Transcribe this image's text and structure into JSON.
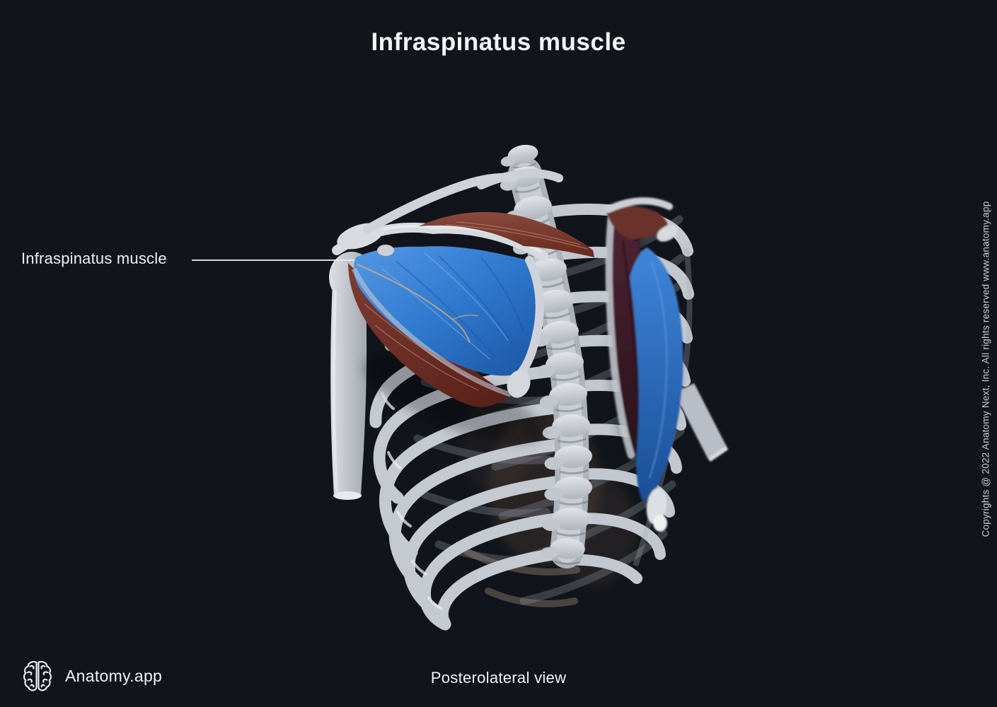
{
  "header": {
    "title": "Infraspinatus muscle"
  },
  "annotation": {
    "label": "Infraspinatus muscle"
  },
  "footer": {
    "brand": "Anatomy.app",
    "view_caption": "Posterolateral view"
  },
  "copyright": {
    "text": "Copyrights @ 2022 Anatomy Next, Inc. All rights reserved www.anatomy.app"
  },
  "illustration": {
    "type": "3d-anatomy-render",
    "view": "posterolateral",
    "highlighted_structure": "Infraspinatus muscle",
    "colors": {
      "background": "#11141a",
      "highlight_blue": "#2f7bd0",
      "muscle_red": "#7a3a31",
      "deep_muscle_maroon": "#43202c",
      "bone": "#ccd0d7",
      "tendon_line": "#d9a978",
      "text": "#f3f4f6",
      "copyright_text": "#c7cbd2"
    },
    "structures": [
      "spine",
      "rib-cage",
      "left-scapula",
      "right-scapula",
      "left-humerus",
      "right-humerus",
      "infraspinatus-left",
      "infraspinatus-right",
      "supraspinatus",
      "teres-muscles"
    ]
  }
}
